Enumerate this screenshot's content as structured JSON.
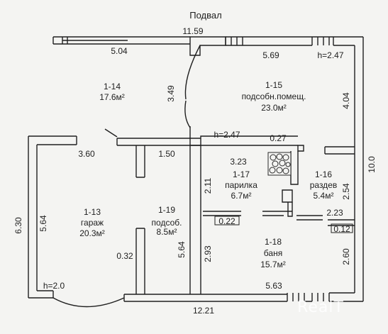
{
  "title": "Подвал",
  "watermark": "RealT",
  "dimensions": {
    "top_total": "11.59",
    "top_left": "5.04",
    "top_right": "5.69",
    "top_height": "h=2.47",
    "left_vertical": "3.49",
    "right_upper": "4.04",
    "right_total": "10.0",
    "mid_height": "h=2.47",
    "mid_027": "0.27",
    "garage_top": "3.60",
    "podsob_top": "1.50",
    "parilka_top": "3.23",
    "parilka_left": "2.11",
    "razdev_right": "2.54",
    "razdev_bottom": "2.23",
    "razdev_012": "0.12",
    "banya_022": "0.22",
    "banya_left": "2.93",
    "banya_right": "2.60",
    "banya_bottom": "5.63",
    "left_total": "6.30",
    "garage_inner": "5.64",
    "podsob_left": "0.32",
    "podsob_right": "5.64",
    "garage_height": "h=2.0",
    "bottom_total": "12.21"
  },
  "rooms": [
    {
      "id": "1-14",
      "area": "17.6м²"
    },
    {
      "id": "1-15",
      "name": "подсобн.помещ.",
      "area": "23.0м²"
    },
    {
      "id": "1-17",
      "name": "парилка",
      "area": "6.7м²"
    },
    {
      "id": "1-16",
      "name": "раздев",
      "area": "5.4м²"
    },
    {
      "id": "1-13",
      "name": "гараж",
      "area": "20.3м²"
    },
    {
      "id": "1-19",
      "name": "подсоб.",
      "area": "8.5м²"
    },
    {
      "id": "1-18",
      "name": "баня",
      "area": "15.7м²"
    }
  ]
}
